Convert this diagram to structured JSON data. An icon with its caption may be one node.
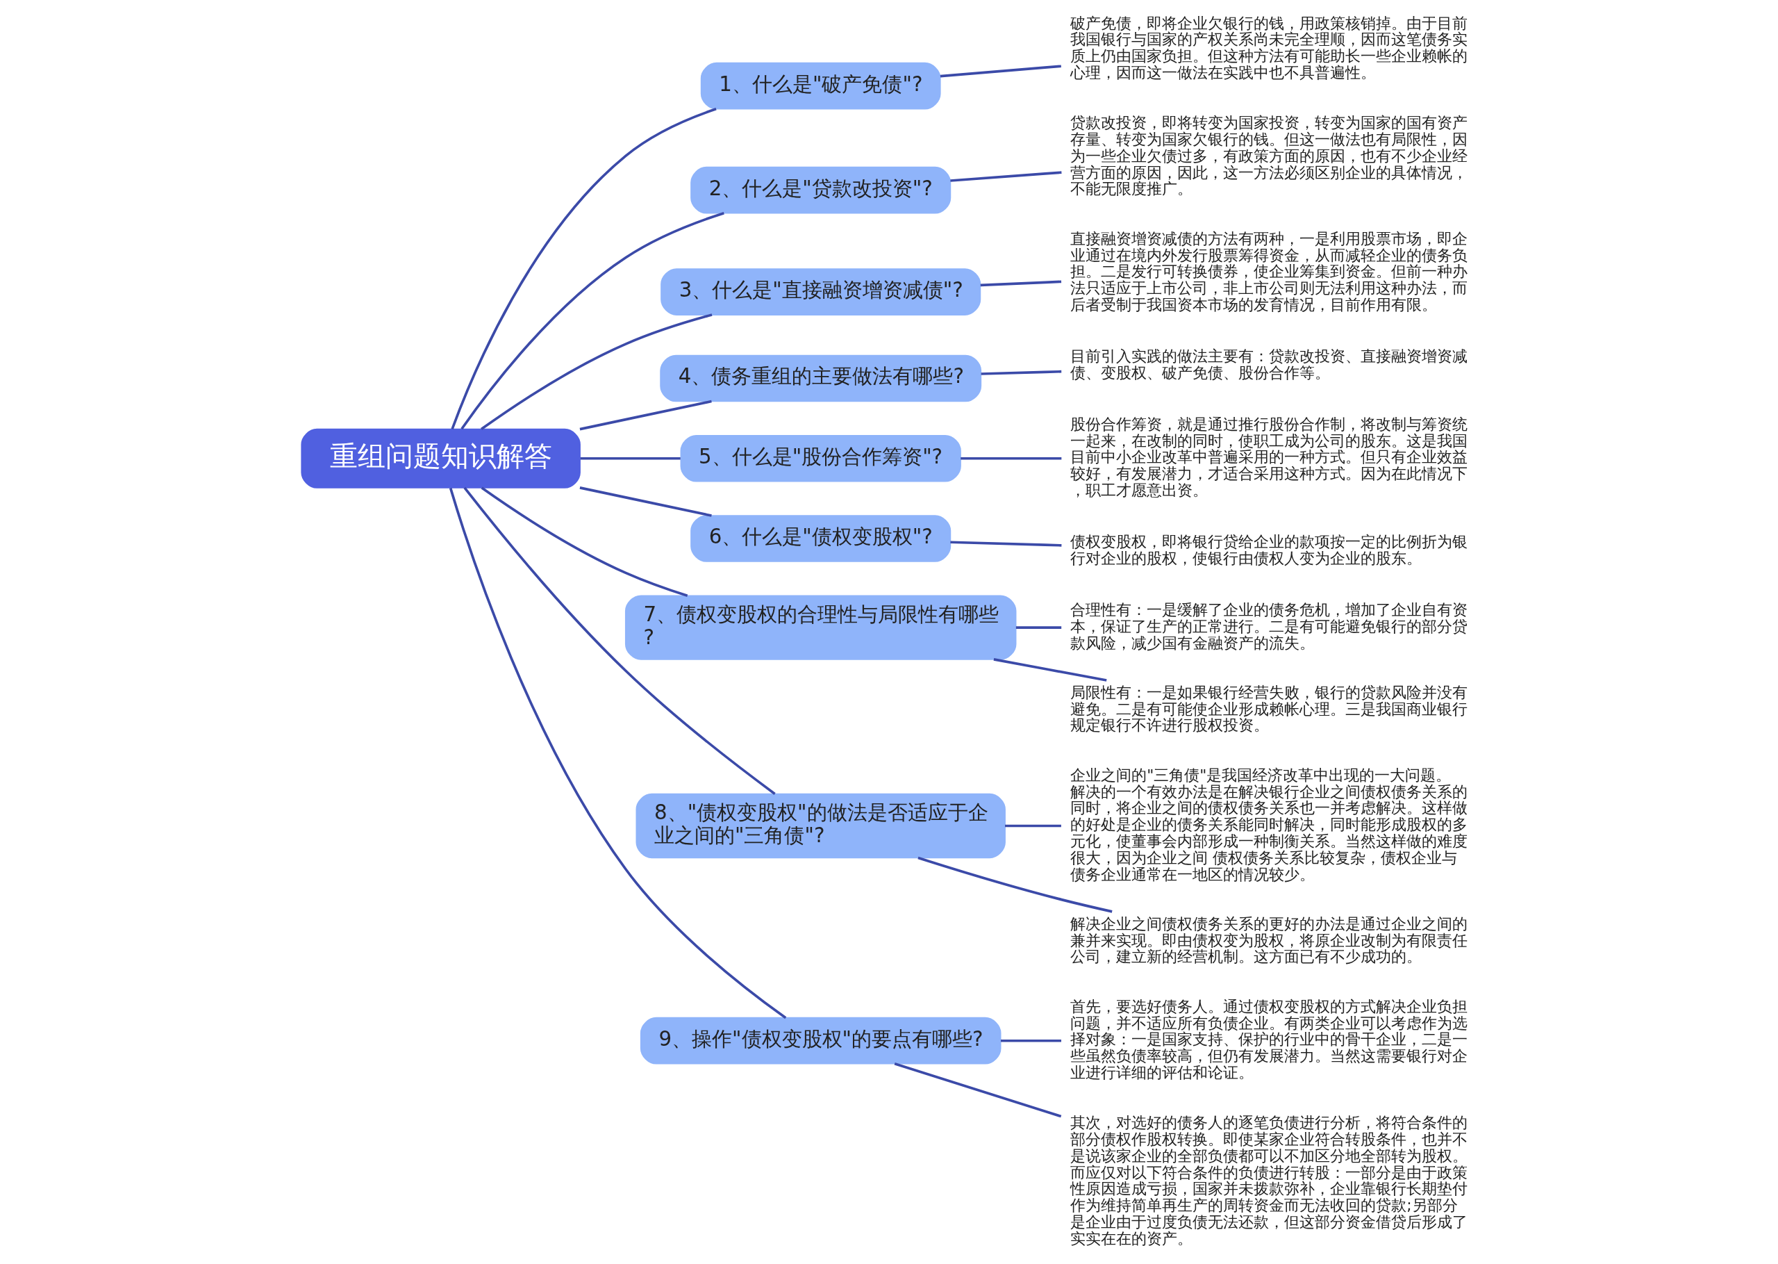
{
  "diagram": {
    "nodes": [
      {
        "text": [
          "重组问题知识解答"
        ]
      },
      {
        "text": [
          "1、什么是\"破产免债\"?"
        ]
      },
      {
        "text": [
          "破产免债，即将企业欠银行的钱，用政策核销掉。由于目前我国银行与国家的产权关系尚未完全理顺，因而这笔债务实质上仍由国家负担。但这种方法有可能助长一些企业赖帐的心理，因而这一做法在实践中也不具普遍性。"
        ]
      },
      {
        "text": [
          "2、什么是\"贷款改投资\"?"
        ]
      },
      {
        "text": [
          "贷款改投资，即将转变为国家投资，转变为国家的国有资产存量、转变为国家欠银行的钱。但这一做法也有局限性，因为一些企业欠债过多，有政策方面的原因，也有不少企业经营方面的原因，因此，这一方法必须区别企业的具体情况，不能无限度推广。"
        ]
      },
      {
        "text": [
          "3、什么是\"直接融资增资减债\"?"
        ]
      },
      {
        "text": [
          "直接融资增资减债的方法有两种，一是利用股票市场，即企业通过在境内外发行股票筹得资金，从而减轻企业的债务负担。二是发行可转换债券，使企业筹集到资金。但前一种办法只适应于上市公司，非上市公司则无法利用这种办法，而后者受制于我国资本市场的发育情况，目前作用有限。"
        ]
      },
      {
        "text": [
          "4、债务重组的主要做法有哪些?"
        ]
      },
      {
        "text": [
          "目前引入实践的做法主要有：贷款改投资、直接融资增资减债、变股权、破产免债、股份合作等。"
        ]
      },
      {
        "text": [
          "5、什么是\"股份合作筹资\"?"
        ]
      },
      {
        "text": [
          "股份合作筹资，就是通过推行股份合作制，将改制与筹资统一起来，在改制的同时，使职工成为公司的股东。这是我国目前中小企业改革中普遍采用的一种方式。但只有企业效益较好，有发展潜力，才适合采用这种方式。因为在此情况下，职工才愿意出资。"
        ]
      },
      {
        "text": [
          "6、什么是\"债权变股权\"?"
        ]
      },
      {
        "text": [
          "债权变股权，即将银行贷给企业的款项按一定的比例折为银行对企业的股权，使银行由债权人变为企业的股东。"
        ]
      },
      {
        "text": [
          "7、债权变股权的合理性与局限性有哪些?"
        ]
      },
      {
        "text": [
          "合理性有：一是缓解了企业的债务危机，增加了企业自有资本，保证了生产的正常进行。二是有可能避免银行的部分贷款风险，减少国有金融资产的流失。"
        ]
      },
      {
        "text": [
          "局限性有：一是如果银行经营失败，银行的贷款风险并没有避免。二是有可能使企业形成赖帐心理。三是我国商业银行规定银行不许进行股权投资。"
        ]
      },
      {
        "text": [
          "8、\"债权变股权\"的做法是否适应于企业之间的\"三角债\"?"
        ]
      },
      {
        "text": [
          "企业之间的\"三角债\"是我国经济改革中出现的一大问题。解决的一个有效办法是在解决银行企业之间债权债务关系的同时，将企业之间的债权债务关系也一并考虑解决。这样做的好处是企业的债务关系能同时解决，同时能形成股权的多元化，使董事会内部形成一种制衡关系。当然这样做的难度很大，因为企业之间 债权债务关系比较复杂，债权企业与债务企业通常在一地区的情况较少。"
        ]
      },
      {
        "text": [
          "解决企业之间债权债务关系的更好的办法是通过企业之间的兼并来实现。即由债权变为股权，将原企业改制为有限责任公司，建立新的经营机制。这方面已有不少成功的。"
        ]
      },
      {
        "text": [
          "9、操作\"债权变股权\"的要点有哪些?"
        ]
      },
      {
        "text": [
          "首先，要选好债务人。通过债权变股权的方式解决企业负担问题，并不适应所有负债企业。有两类企业可以考虑作为选择对象：一是国家支持、保护的行业中的骨干企业，二是一些虽然负债率较高，但仍有发展潜力。当然这需要银行对企业进行详细的评估和论证。"
        ]
      },
      {
        "text": [
          "其次，对选好的债务人的逐笔负债进行分析，将符合条件的部分债权作股权转换。即使某家企业符合转股条件，也并不是说该家企业的全部负债都可以不加区分地全部转为股权。而应仅对以下符合条件的负债进行转股：一部分是由于政策性原因造成亏损，国家并未拨款弥补，企业靠银行长期垫付作为维持简单再生产的周转资金而无法收回的贷款;另部分是企业由于过度负债无法还款，但这部分资金借贷后形成了实实在在的资产。"
        ]
      }
    ],
    "edges": [
      {
        "from": 0,
        "to": 1,
        "arrow": "none"
      },
      {
        "from": 1,
        "to": 2,
        "arrow": "none"
      },
      {
        "from": 0,
        "to": 3,
        "arrow": "none"
      },
      {
        "from": 3,
        "to": 4,
        "arrow": "none"
      },
      {
        "from": 0,
        "to": 5,
        "arrow": "none"
      },
      {
        "from": 5,
        "to": 6,
        "arrow": "none"
      },
      {
        "from": 0,
        "to": 7,
        "arrow": "none"
      },
      {
        "from": 7,
        "to": 8,
        "arrow": "none"
      },
      {
        "from": 0,
        "to": 9,
        "arrow": "none"
      },
      {
        "from": 9,
        "to": 10,
        "arrow": "none"
      },
      {
        "from": 0,
        "to": 11,
        "arrow": "none"
      },
      {
        "from": 11,
        "to": 12,
        "arrow": "none"
      },
      {
        "from": 0,
        "to": 13,
        "arrow": "none"
      },
      {
        "from": 13,
        "to": 14,
        "arrow": "none"
      },
      {
        "from": 13,
        "to": 15,
        "arrow": "none"
      },
      {
        "from": 0,
        "to": 16,
        "arrow": "none"
      },
      {
        "from": 16,
        "to": 17,
        "arrow": "none"
      },
      {
        "from": 16,
        "to": 18,
        "arrow": "none"
      },
      {
        "from": 0,
        "to": 19,
        "arrow": "none"
      },
      {
        "from": 19,
        "to": 20,
        "arrow": "none"
      },
      {
        "from": 19,
        "to": 21,
        "arrow": "none"
      }
    ]
  }
}
